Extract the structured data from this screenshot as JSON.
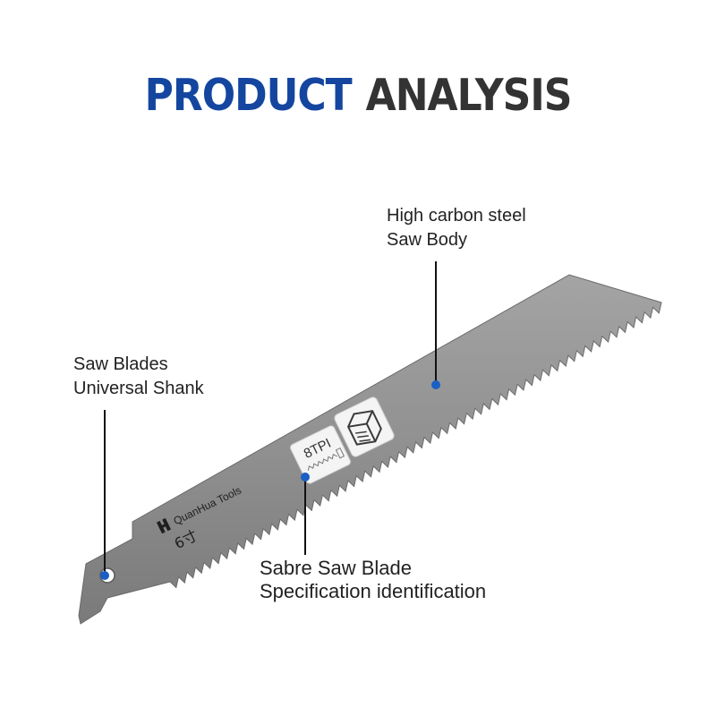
{
  "header": {
    "title_part1": "PRODUCT",
    "title_part2": "ANALYSIS"
  },
  "callouts": {
    "saw_body": {
      "line1": "High carbon steel",
      "line2": "Saw Body"
    },
    "shank": {
      "line1": "Saw Blades",
      "line2": "Universal Shank"
    },
    "spec": {
      "line1": "Sabre Saw Blade",
      "line2": "Specification identification"
    }
  },
  "blade": {
    "brand": "QuanHua Tools",
    "size_mark": "6寸",
    "tpi_badge": "8TPI"
  },
  "colors": {
    "title_accent": "#1446a0",
    "title_dark": "#333333",
    "blade_steel": "#8e8e8e",
    "marker_dot": "#1a5fc4"
  }
}
